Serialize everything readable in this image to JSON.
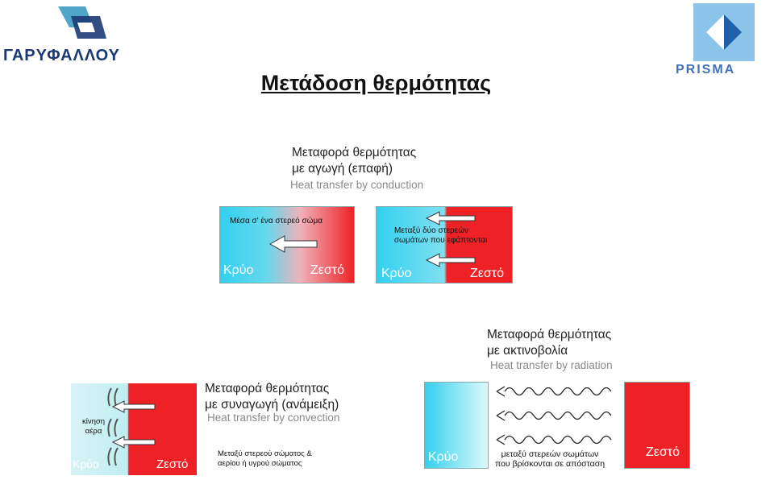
{
  "header": {
    "logo_left_text": "ΓΑΡΥΦΑΛΛΟΥ",
    "logo_right_text": "PRISMA",
    "title": "Μετάδοση θερμότητας"
  },
  "conduction": {
    "title_line1": "Μεταφορά θερμότητας",
    "title_line2": "με αγωγή (επαφή)",
    "subtitle": "Heat transfer by conduction",
    "box1_caption": "Μέσα σ' ένα στερεό σώμα",
    "box2_caption_line1": "Μεταξύ δύο στερεών",
    "box2_caption_line2": "σωμάτων που εφάπτονται",
    "cold": "Κρύο",
    "hot": "Ζεστό"
  },
  "convection": {
    "title_line1": "Μεταφορά θερμότητας",
    "title_line2": "με συναγωγή (ανάμειξη)",
    "subtitle": "Heat transfer by convection",
    "air_label_line1": "κίνηση",
    "air_label_line2": "αέρα",
    "caption_line1": "Μεταξύ στερεού σώματος &",
    "caption_line2": "αερίου ή υγρού σώματος",
    "cold": "Κρύο",
    "hot": "Ζεστό"
  },
  "radiation": {
    "title_line1": "Μεταφορά θερμότητας",
    "title_line2": "με ακτινοβολία",
    "subtitle": "Heat transfer by radiation",
    "caption_line1": "μεταξύ στερεών σωμάτων",
    "caption_line2": "που βρίσκονται σε απόσταση",
    "cold": "Κρύο",
    "hot": "Ζεστό"
  },
  "colors": {
    "cold": "#33d0f0",
    "hot": "#ee2226",
    "logo_blue": "#1b3a73",
    "prisma_blue": "#3f73b8"
  }
}
